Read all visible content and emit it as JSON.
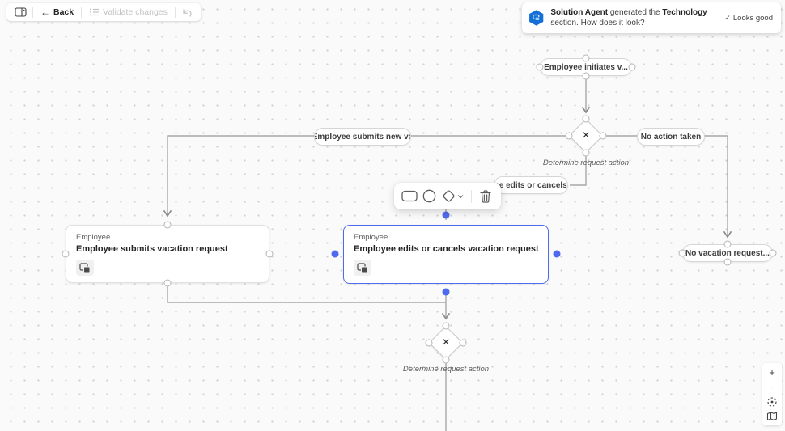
{
  "colors": {
    "accent": "#4f6bed",
    "agent_badge": "#1570d6",
    "edge": "#a8a8a8"
  },
  "top_toolbar": {
    "back_icon": "←",
    "back_label": "Back",
    "validate_label": "Validate changes"
  },
  "notification": {
    "agent_name": "Solution Agent",
    "after_agent": " generated the ",
    "section_name": "Technology",
    "after_section": " section. How does it look?",
    "action_check": "✓",
    "action_label": "Looks good"
  },
  "flow": {
    "start_pill": "Employee initiates v...",
    "decision_glyph": "×",
    "decision1_label": "Determine request action",
    "decision2_label": "Determine request action",
    "edge_submits": "Employee submits new va",
    "edge_no_action": "No action taken",
    "edge_edits": "ee edits or cancels",
    "card1_role": "Employee",
    "card1_title": "Employee submits vacation request",
    "card2_role": "Employee",
    "card2_title": "Employee edits or cancels vacation request",
    "end_pill": "No vacation request..."
  },
  "zoom_controls": {
    "zoom_in": "+",
    "zoom_out": "−"
  }
}
